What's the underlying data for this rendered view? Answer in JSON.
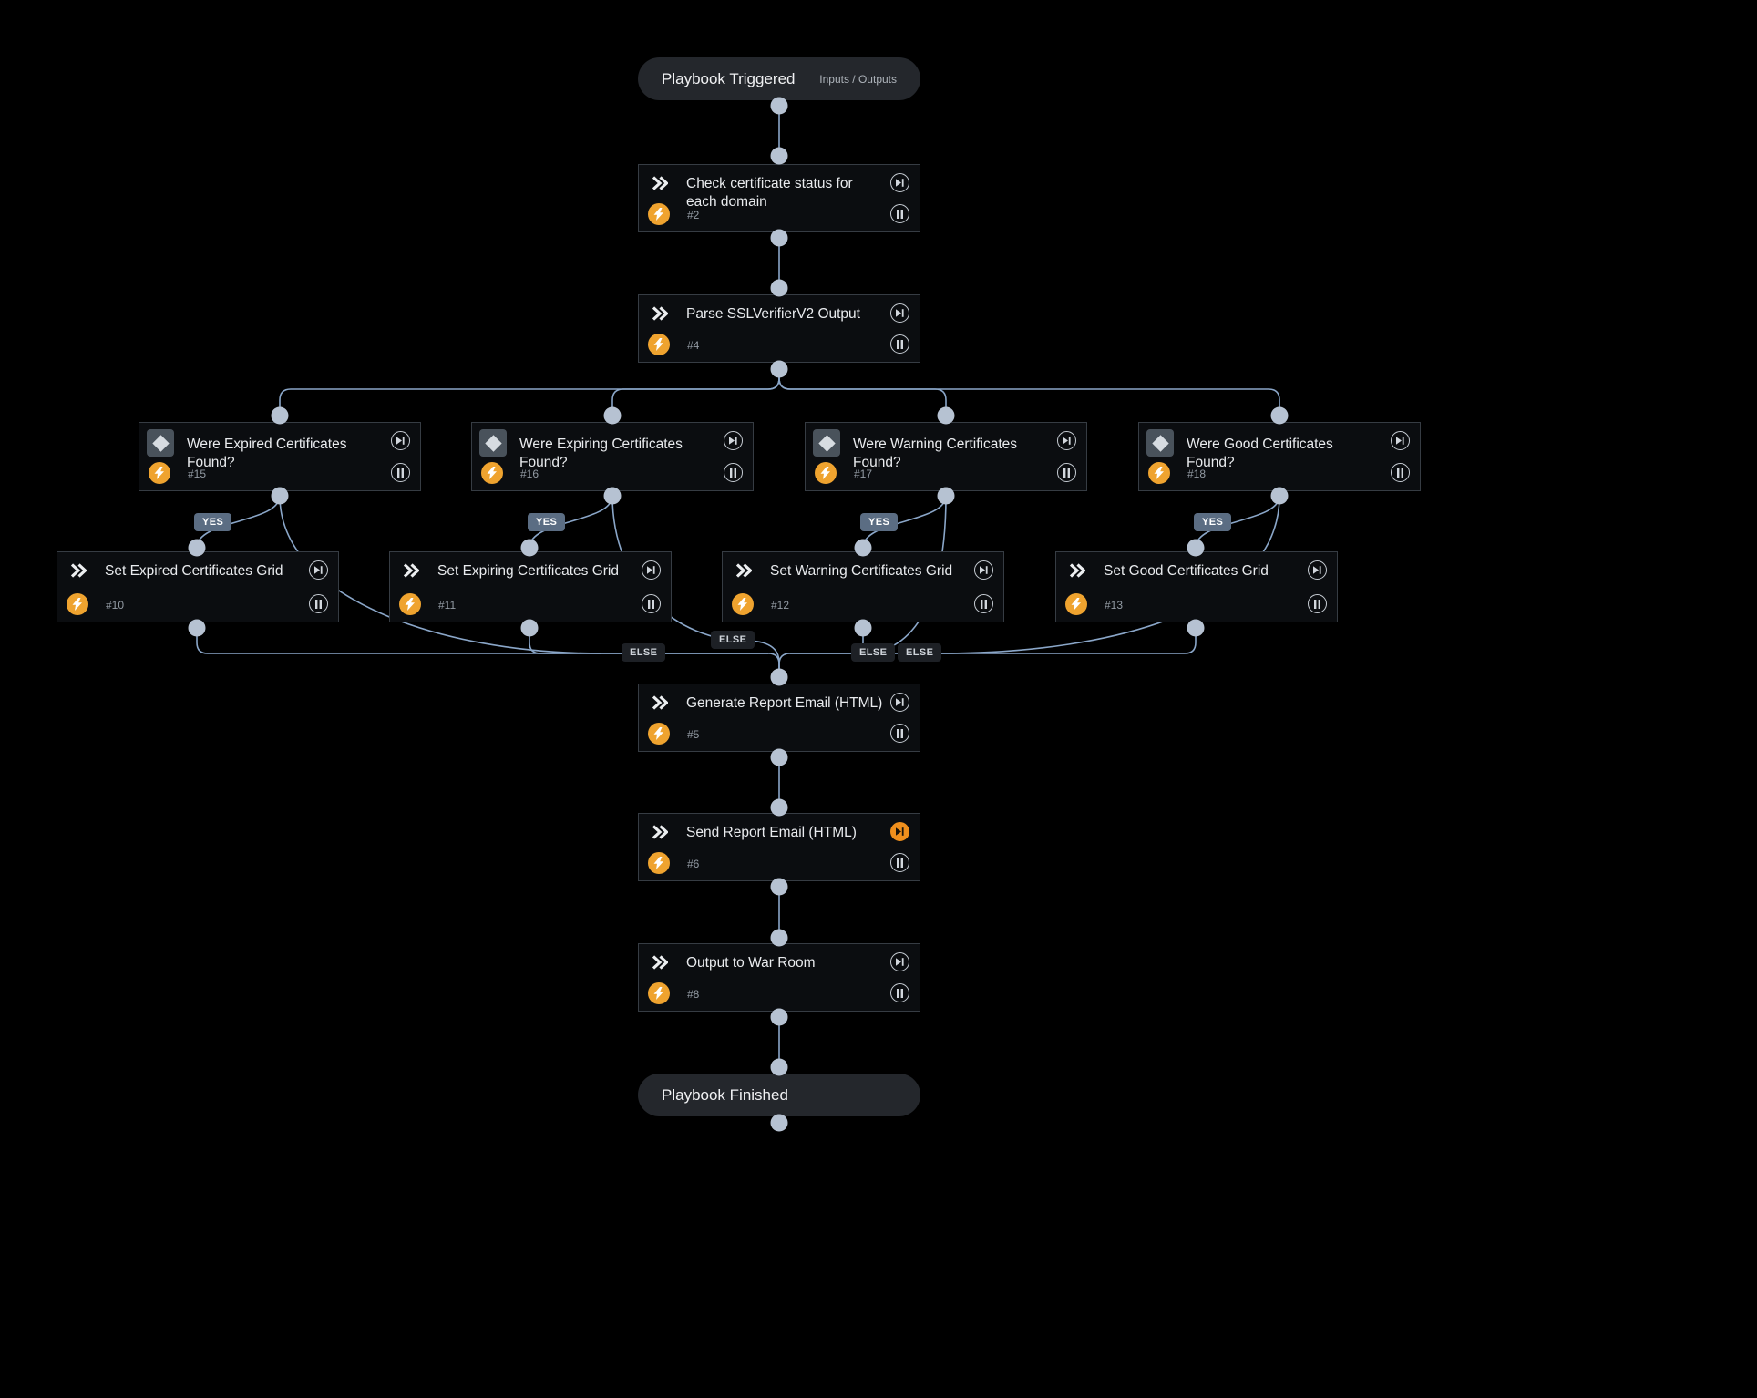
{
  "app": {
    "background": "#000000",
    "line_color": "#8aa6c8",
    "dot_color": "#b6c2d2",
    "accent_orange": "#efa32f",
    "active_skip_orange": "#ef8f1d"
  },
  "trigger": {
    "label": "Playbook Triggered",
    "io_label": "Inputs / Outputs"
  },
  "finish": {
    "label": "Playbook Finished"
  },
  "labels": {
    "yes": "YES",
    "else": "ELSE"
  },
  "nodes": [
    {
      "type": "task",
      "title": "Check certificate status for each domain",
      "num": "#2"
    },
    {
      "type": "task",
      "title": "Parse SSLVerifierV2 Output",
      "num": "#4"
    },
    {
      "type": "condition",
      "title": "Were Expired Certificates Found?",
      "num": "#15"
    },
    {
      "type": "condition",
      "title": "Were Expiring Certificates Found?",
      "num": "#16"
    },
    {
      "type": "condition",
      "title": "Were Warning Certificates Found?",
      "num": "#17"
    },
    {
      "type": "condition",
      "title": "Were Good Certificates Found?",
      "num": "#18"
    },
    {
      "type": "task",
      "title": "Set Expired Certificates Grid",
      "num": "#10"
    },
    {
      "type": "task",
      "title": "Set Expiring Certificates Grid",
      "num": "#11"
    },
    {
      "type": "task",
      "title": "Set Warning Certificates Grid",
      "num": "#12"
    },
    {
      "type": "task",
      "title": "Set Good Certificates Grid",
      "num": "#13"
    },
    {
      "type": "task",
      "title": "Generate Report Email (HTML)",
      "num": "#5"
    },
    {
      "type": "task",
      "title": "Send Report Email (HTML)",
      "num": "#6",
      "skip_active": true
    },
    {
      "type": "task",
      "title": "Output to War Room",
      "num": "#8"
    }
  ]
}
